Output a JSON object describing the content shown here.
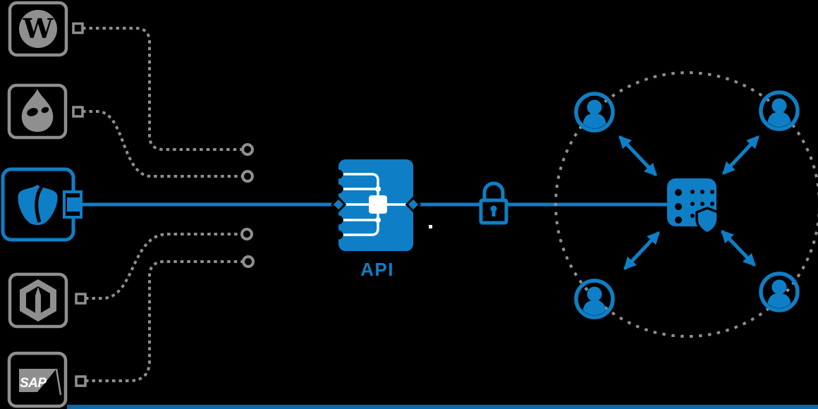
{
  "colors": {
    "accent_blue": "#0e7fc6",
    "muted_gray": "#8f8f8f",
    "white": "#ffffff",
    "background": "#000000",
    "bottom_bar": "#0c6aa6"
  },
  "diagram": {
    "sources": [
      {
        "name": "WordPress",
        "icon": "wordpress-logo-icon",
        "letter": "W",
        "highlighted": false
      },
      {
        "name": "Drupal",
        "icon": "drupal-logo-icon",
        "highlighted": false
      },
      {
        "name": "TYPO3",
        "icon": "typo3-logo-icon",
        "highlighted": true
      },
      {
        "name": "Magento",
        "icon": "magento-logo-icon",
        "highlighted": false
      },
      {
        "name": "SAP",
        "icon": "sap-logo-icon",
        "label": "SAP",
        "highlighted": false
      }
    ],
    "api": {
      "label": "API"
    },
    "security": {
      "icon": "lock-icon"
    },
    "hub": {
      "icon": "server-shield-icon"
    },
    "users": {
      "icon": "user-icon",
      "count": 4
    }
  }
}
